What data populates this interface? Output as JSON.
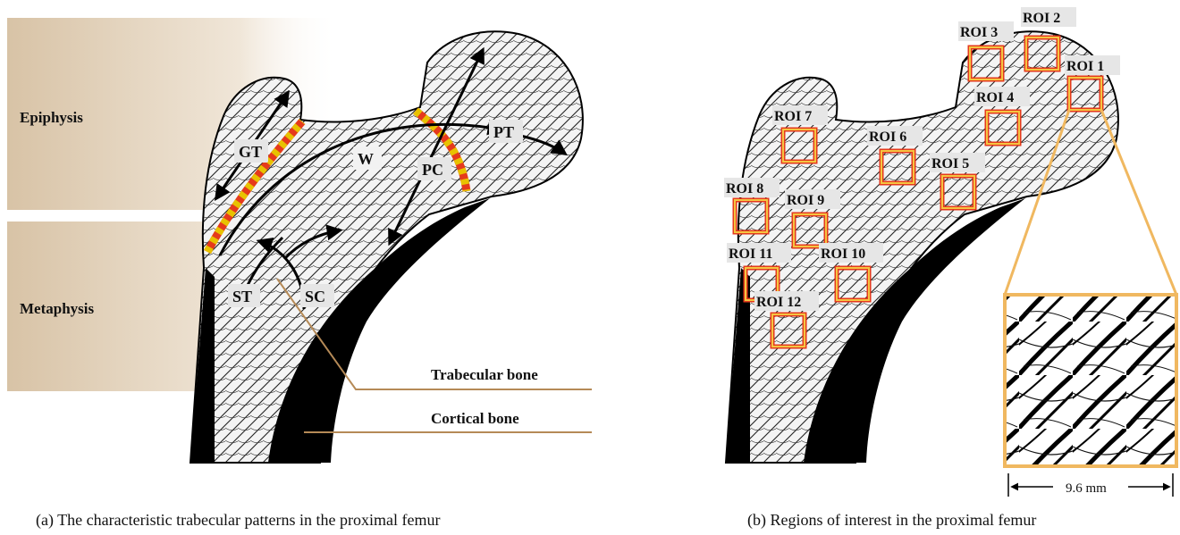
{
  "panel_a": {
    "regions": [
      "Epiphysis",
      "Metaphysis"
    ],
    "patterns": [
      "GT",
      "W",
      "PC",
      "PT",
      "ST",
      "SC"
    ],
    "tissue_labels": [
      "Trabecular bone",
      "Cortical bone"
    ],
    "caption": "(a) The characteristic trabecular patterns in the proximal femur"
  },
  "panel_b": {
    "rois": [
      "ROI 1",
      "ROI 2",
      "ROI 3",
      "ROI 4",
      "ROI 5",
      "ROI 6",
      "ROI 7",
      "ROI 8",
      "ROI 9",
      "ROI 10",
      "ROI 11",
      "ROI 12"
    ],
    "scale_label": "9.6 mm",
    "caption": "(b) Regions of interest in the proximal femur"
  },
  "colors": {
    "roi_outer": "#e53a1c",
    "roi_inner": "#f4c542",
    "zoom_border": "#f0b860",
    "gradient": "#d8c3a6",
    "leader_line": "#b58a57",
    "pattern_dash": "#e8c200"
  }
}
